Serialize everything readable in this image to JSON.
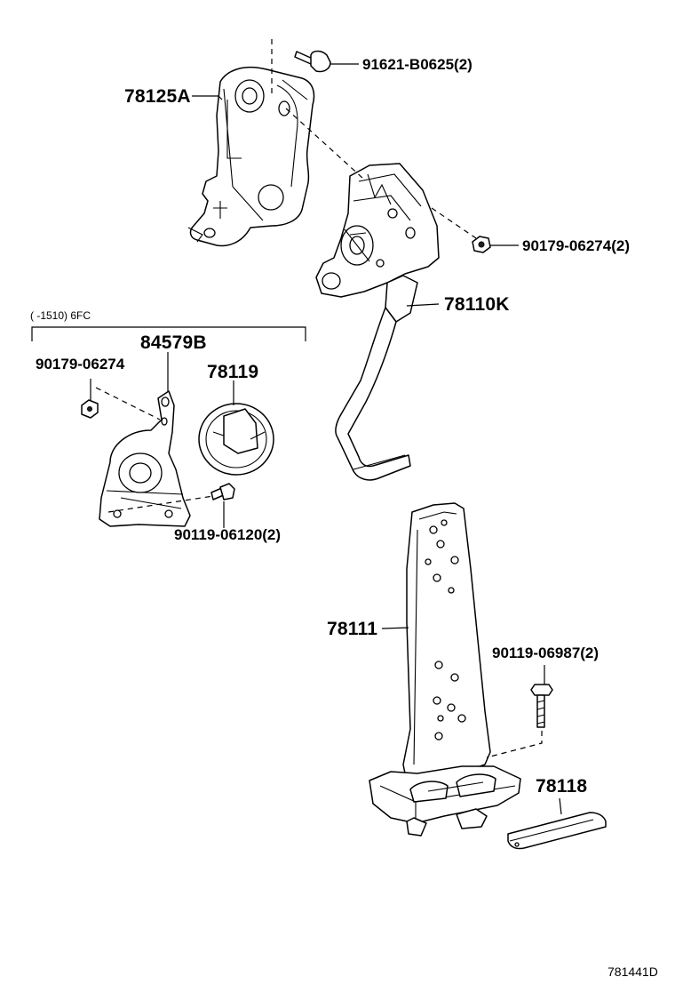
{
  "diagram_code": "781441D",
  "group_note": "(    -1510) 6FC",
  "callouts": {
    "bracket_78125A": "78125A",
    "bolt_91621": "91621-B0625(2)",
    "nut_90179_2": "90179-06274(2)",
    "pedal_arm_78110K": "78110K",
    "sensor_84579B": "84579B",
    "cover_78119": "78119",
    "nut_90179_single": "90179-06274",
    "bolt_90119_06120": "90119-06120(2)",
    "pedal_pad_78111": "78111",
    "bolt_90119_06987": "90119-06987(2)",
    "stopper_78118": "78118"
  }
}
